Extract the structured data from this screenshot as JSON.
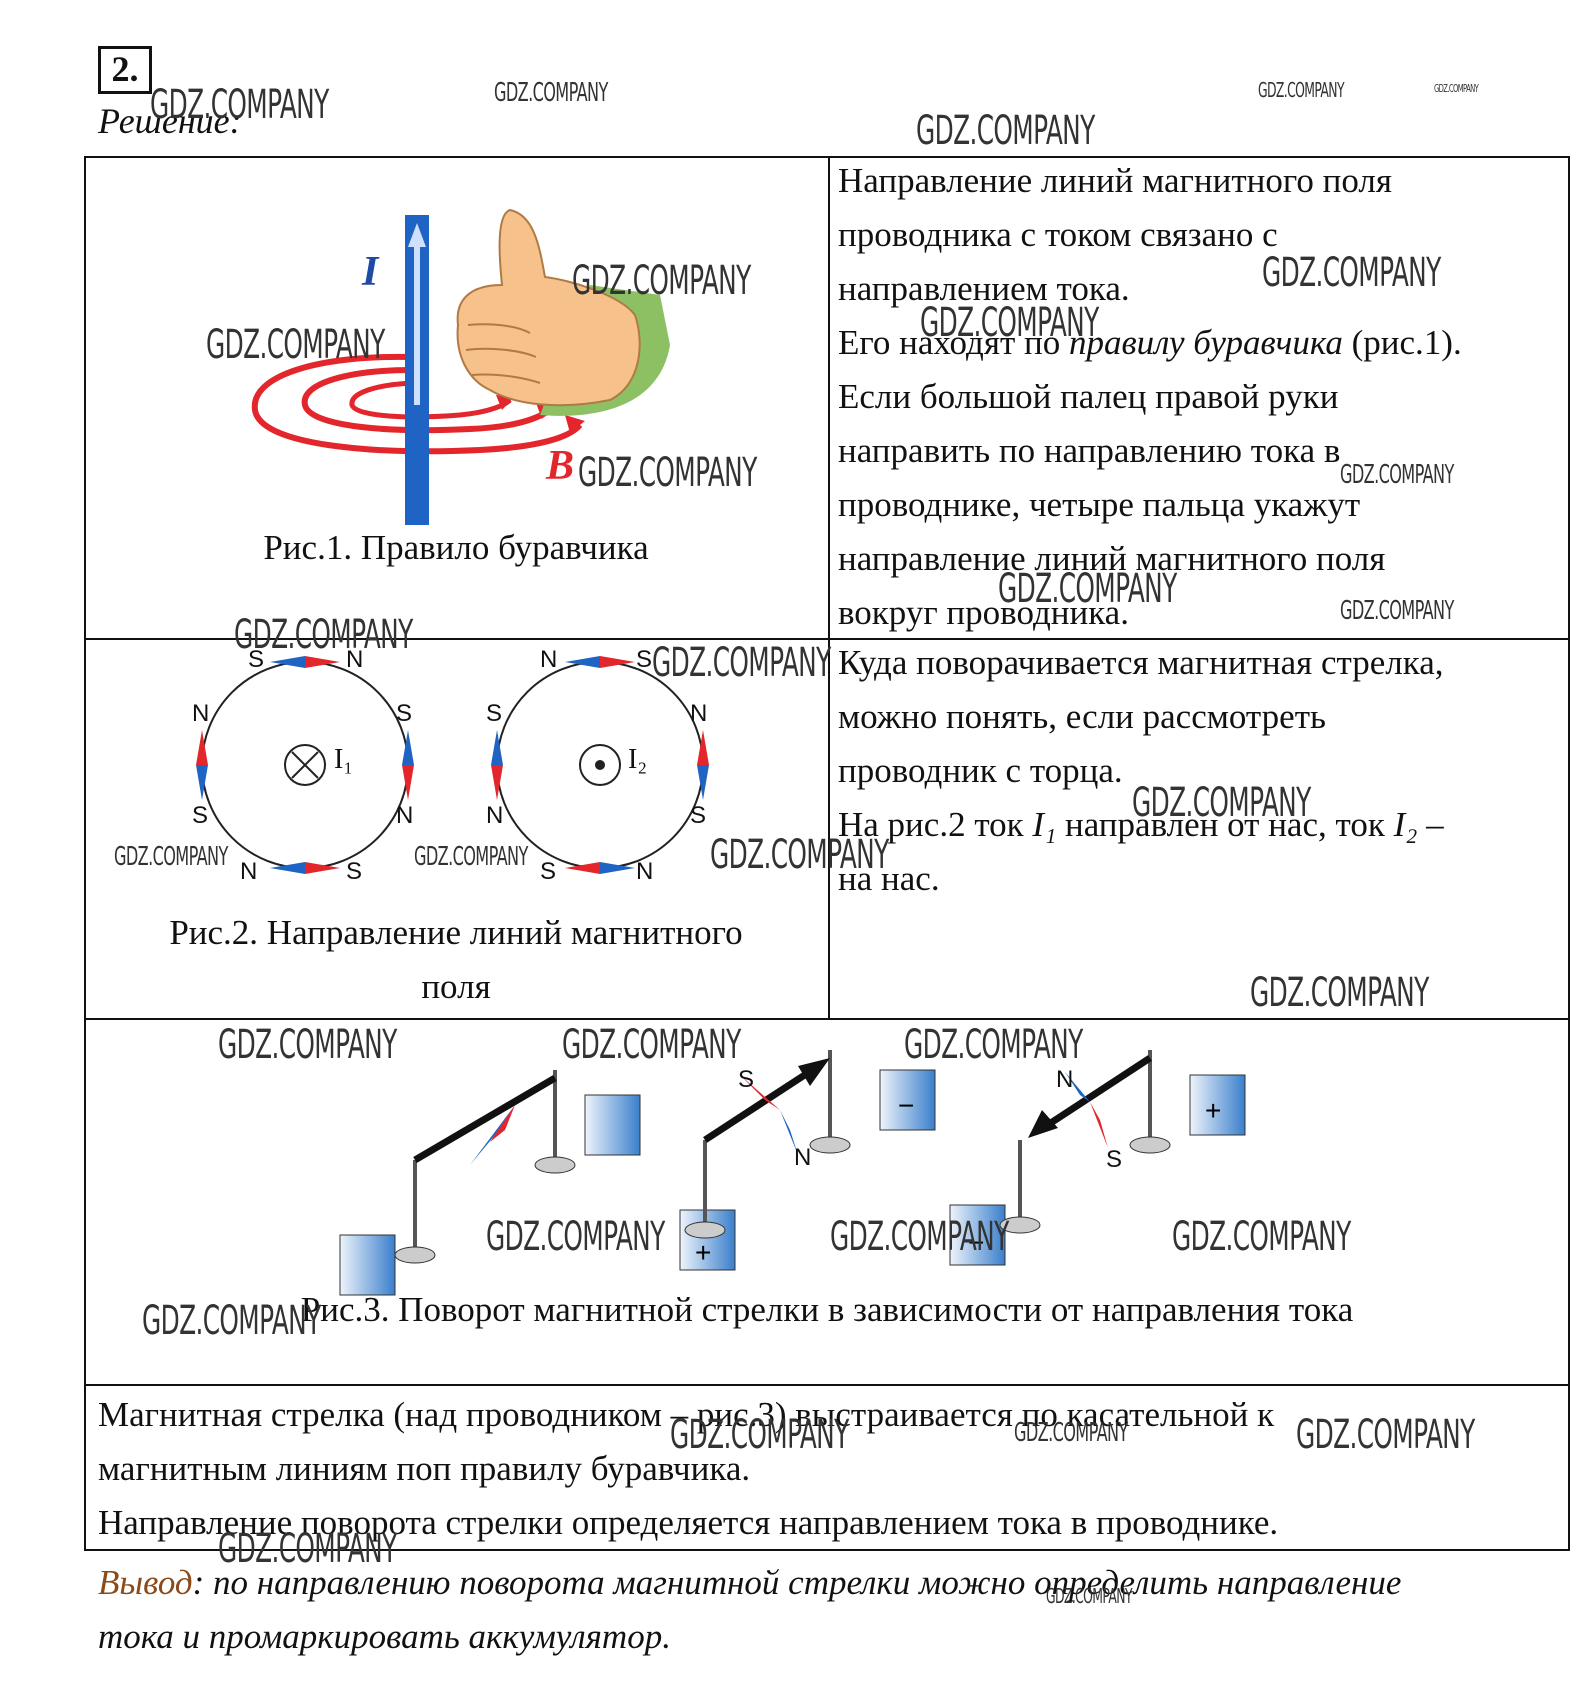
{
  "task_number": "2.",
  "solution_label": "Решение:",
  "row1": {
    "fig_label_current": "I",
    "fig_label_field": "B",
    "caption": "Рис.1. Правило буравчика",
    "text_line1": "Направление линий магнитного поля",
    "text_line2": "проводника с током связано с",
    "text_line3": "направлением тока.",
    "text_line4_pre": "Его находят по ",
    "text_line4_em": "правилу буравчика",
    "text_line4_post": " (рис.1).",
    "text_line5": "Если большой палец правой руки",
    "text_line6": "направить по направлению тока в",
    "text_line7": "проводнике, четыре пальца укажут",
    "text_line8": "направление линий магнитного поля",
    "text_line9": "вокруг проводника."
  },
  "row2": {
    "pole_n": "N",
    "pole_s": "S",
    "current1": "I₁",
    "current2": "I₂",
    "caption_line1": "Рис.2. Направление линий магнитного",
    "caption_line2": "поля",
    "text_line1": "Куда поворачивается магнитная стрелка,",
    "text_line2": "можно понять, если рассмотреть",
    "text_line3": "проводник с торца.",
    "text_line4_pre": "На рис.2 ток ",
    "text_line4_i1": "I₁",
    "text_line4_mid": " направлен от нас, ток ",
    "text_line4_i2": "I₂",
    "text_line4_post": " –",
    "text_line5": "на нас."
  },
  "row3": {
    "plus": "+",
    "minus": "−",
    "caption": "Рис.3. Поворот магнитной стрелки в зависимости от направления тока"
  },
  "row4": {
    "line1": "Магнитная стрелка (над проводником – рис.3) выстраивается по касательной к",
    "line2": "магнитным линиям поп правилу буравчика.",
    "line3": "Направление поворота стрелки определяется направлением тока в проводнике."
  },
  "conclusion": {
    "label": "Вывод",
    "line1_rest": ": по направлению поворота магнитной стрелки можно определить направление",
    "line2": "тока и промаркировать аккумулятор."
  },
  "watermark": "GDZ.COMPANY",
  "colors": {
    "red": "#e3262b",
    "blue": "#1f63c4",
    "skin": "#f6c18a",
    "label_brown": "#8b4a1a"
  }
}
